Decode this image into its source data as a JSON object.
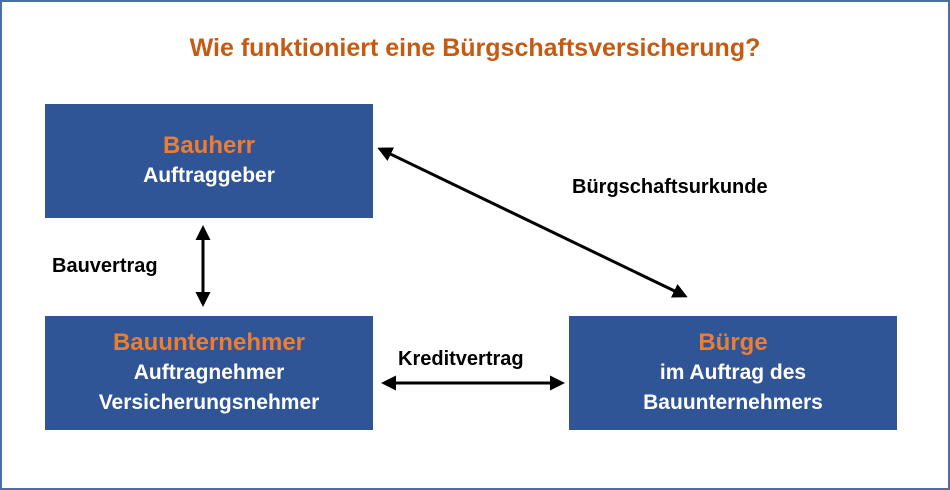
{
  "title": "Wie funktioniert eine Bürgschaftsversicherung?",
  "bauherr": {
    "head": "Bauherr",
    "line1": "Auftraggeber"
  },
  "bauunternehmer": {
    "head": "Bauunternehmer",
    "line1": "Auftragnehmer",
    "line2": "Versicherungsnehmer"
  },
  "buerge": {
    "head": "Bürge",
    "line1": "im Auftrag des",
    "line2": "Bauunternehmers"
  },
  "labels": {
    "bauvertrag": "Bauvertrag",
    "kreditvertrag": "Kreditvertrag",
    "buergschaftsurkunde": "Bürgschaftsurkunde"
  },
  "colors": {
    "box": "#2f5597",
    "accent": "#ed7d31",
    "title": "#c55a11"
  }
}
